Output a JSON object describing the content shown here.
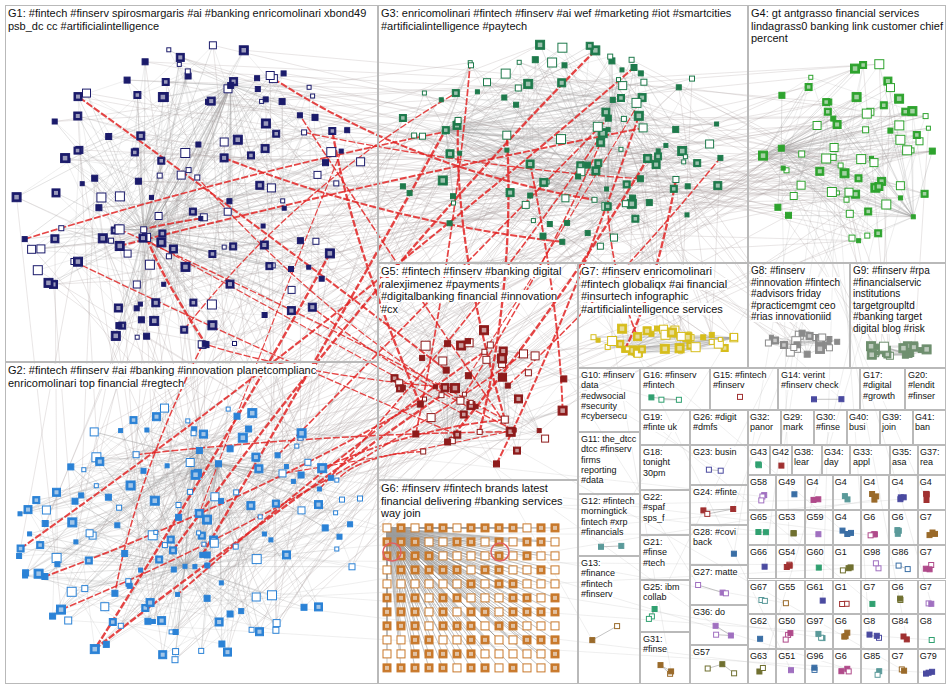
{
  "diagram": {
    "nodes": [
      {
        "text": [
          "G1: #fintech #finserv spirosmargaris #ai #banking enricomolinari xbond49 psb_dc cc #artificialintelligence"
        ]
      },
      {
        "text": [
          "G2: #fintech #finserv #ai #banking #innovation planetcomplianc enricomolinari top financial #regtech"
        ]
      },
      {
        "text": [
          "G3: enricomolinari #fintech #finserv #ai wef #marketing #iot #smartcities #artificialintelligence #paytech"
        ]
      },
      {
        "text": [
          "G4: gt antgrasso financial services lindagrass0 banking link customer chief percent"
        ]
      },
      {
        "text": [
          "G5: #fintech #finserv #banking digital ralexjimenez #payments #digitalbanking financial #innovation #cx"
        ]
      },
      {
        "text": [
          "G6: #finserv #fintech brands latest financial delivering #banking services way join"
        ]
      },
      {
        "text": [
          "G7: #finserv enricomolinari #fintech globaliqx #ai financial #insurtech infographic #artificialintelligence services"
        ]
      },
      {
        "text": [
          "G8: #finserv #innovation #fintech #advisors friday #practicemgmt ceo #rias innovationiid"
        ]
      },
      {
        "text": [
          "G9: #finserv #rpa #financialservic institutions targetgroupltd #banking target digital blog #risk"
        ]
      },
      {
        "text": [
          "G10: #finserv data #edwsocial #security #cybersecu"
        ]
      },
      {
        "text": [
          "G11: the_dtcc dtcc #finserv firms reporting #data"
        ]
      },
      {
        "text": [
          "G12: #fintech morningtick fintech #xrp #financials"
        ]
      },
      {
        "text": [
          "G13: #finance #fintech #finserv"
        ]
      },
      {
        "text": [
          "G14: verint #finserv check"
        ]
      },
      {
        "text": [
          "G15: #fintech #finserv"
        ]
      },
      {
        "text": [
          "G16: #finserv #fintech"
        ]
      },
      {
        "text": [
          "G17: #digital #growth"
        ]
      },
      {
        "text": [
          "G18: tonight 30pm"
        ]
      },
      {
        "text": [
          "G19: #finte uk"
        ]
      },
      {
        "text": [
          "G20: #lendit #finser"
        ]
      },
      {
        "text": [
          "G21: #finse #tech"
        ]
      },
      {
        "text": [
          "G22: #spaf sps_f"
        ]
      },
      {
        "text": [
          "G23: busin"
        ]
      },
      {
        "text": [
          "G24: #finte"
        ]
      },
      {
        "text": [
          "G25: ibm collab"
        ]
      },
      {
        "text": [
          "G26: #digit #dmfs"
        ]
      },
      {
        "text": [
          "G27: matte"
        ]
      },
      {
        "text": [
          "G28: #covi back"
        ]
      },
      {
        "text": [
          "G29: mark"
        ]
      },
      {
        "text": [
          "G30: #finse"
        ]
      },
      {
        "text": [
          "G31: #finse"
        ]
      },
      {
        "text": [
          "G32: panor"
        ]
      },
      {
        "text": [
          "G33: appl"
        ]
      },
      {
        "text": [
          "G34: day"
        ]
      },
      {
        "text": [
          "G35: asa"
        ]
      },
      {
        "text": [
          "G36: do"
        ]
      },
      {
        "text": [
          "G37: rea"
        ]
      },
      {
        "text": [
          "G38: lear"
        ]
      },
      {
        "text": [
          "G39: join"
        ]
      },
      {
        "text": [
          "G40: busi"
        ]
      },
      {
        "text": [
          "G41: ban"
        ]
      },
      {
        "text": [
          "G42"
        ]
      },
      {
        "text": [
          "G43"
        ]
      },
      {
        "text": [
          "G57"
        ]
      },
      {
        "text": [
          "G58"
        ]
      },
      {
        "text": [
          "G49"
        ]
      },
      {
        "text": [
          "G4"
        ]
      },
      {
        "text": [
          "G4"
        ]
      },
      {
        "text": [
          "G4"
        ]
      },
      {
        "text": [
          "G4"
        ]
      },
      {
        "text": [
          "G4"
        ]
      },
      {
        "text": [
          "G65"
        ]
      },
      {
        "text": [
          "G53"
        ]
      },
      {
        "text": [
          "G59"
        ]
      },
      {
        "text": [
          "G4"
        ]
      },
      {
        "text": [
          "G6"
        ]
      },
      {
        "text": [
          "G6"
        ]
      },
      {
        "text": [
          "G7"
        ]
      },
      {
        "text": [
          "G66"
        ]
      },
      {
        "text": [
          "G54"
        ]
      },
      {
        "text": [
          "G60"
        ]
      },
      {
        "text": [
          "G1"
        ]
      },
      {
        "text": [
          "G98"
        ]
      },
      {
        "text": [
          "G86"
        ]
      },
      {
        "text": [
          "G7"
        ]
      },
      {
        "text": [
          "G67"
        ]
      },
      {
        "text": [
          "G55"
        ]
      },
      {
        "text": [
          "G61"
        ]
      },
      {
        "text": [
          "G1"
        ]
      },
      {
        "text": [
          "G7"
        ]
      },
      {
        "text": [
          "G6"
        ]
      },
      {
        "text": [
          "G7"
        ]
      },
      {
        "text": [
          "G62"
        ]
      },
      {
        "text": [
          "G50"
        ]
      },
      {
        "text": [
          "G97"
        ]
      },
      {
        "text": [
          "G6"
        ]
      },
      {
        "text": [
          "G8"
        ]
      },
      {
        "text": [
          "G84"
        ]
      },
      {
        "text": [
          "G8"
        ]
      },
      {
        "text": [
          "G63"
        ]
      },
      {
        "text": [
          "G51"
        ]
      },
      {
        "text": [
          "G96"
        ]
      },
      {
        "text": [
          "G6"
        ]
      },
      {
        "text": [
          "G85"
        ]
      },
      {
        "text": [
          "G7"
        ]
      },
      {
        "text": [
          "G79"
        ]
      }
    ]
  }
}
